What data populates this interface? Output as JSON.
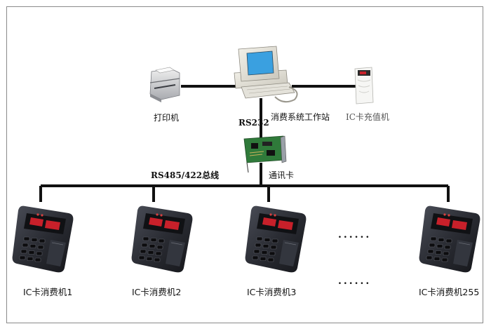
{
  "nodes": {
    "printer": {
      "label": "打印机"
    },
    "workstation": {
      "label": "消费系统工作站"
    },
    "card_charger": {
      "label": "IC卡充值机"
    },
    "comm_card": {
      "label": "通讯卡"
    }
  },
  "links": {
    "rs232": "RS232",
    "bus": "RS485/422总线"
  },
  "terminals": [
    {
      "label": "IC卡消费机1"
    },
    {
      "label": "IC卡消费机2"
    },
    {
      "label": "IC卡消费机3"
    },
    {
      "label": "IC卡消费机255"
    }
  ],
  "ellipsis": "......",
  "colors": {
    "line": "#111111",
    "terminal_body": "#2a2c33",
    "display_red": "#c8202a",
    "pcb_green": "#2f7a3a",
    "monitor_screen": "#3aa0e0"
  }
}
